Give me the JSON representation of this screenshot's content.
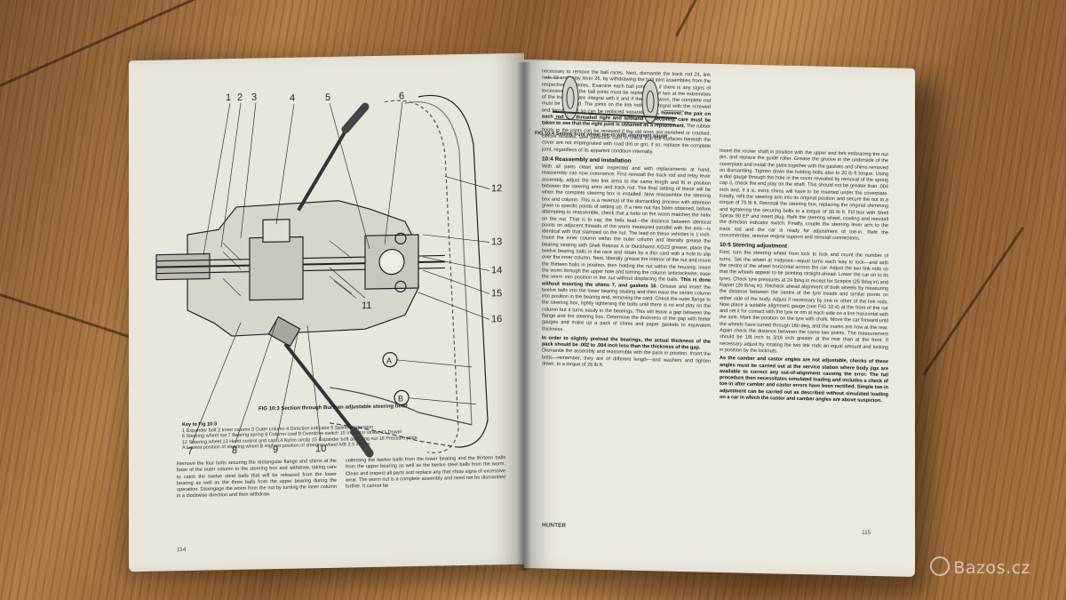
{
  "left_page": {
    "figure_labels": [
      "1",
      "2",
      "3",
      "4",
      "5",
      "6",
      "12",
      "13",
      "14",
      "15",
      "16",
      "11",
      "A",
      "B",
      "7",
      "8",
      "9",
      "10"
    ],
    "figure_caption": "FIG 10:3  Section through Burman adjustable steering head",
    "key_title": "Key to Fig 10:3",
    "key_lines": [
      "1 Expander bolt   2 Inner column   3 Outer column   4 Direction indicator   5 Splined extension",
      "6 Steering wheel nut   7 Bearing spring   8 Column cowl   9 Overdrive switch   10 Indicator striker   11 Dowel",
      "12 Steering wheel   13 Hand control and cap   14 Nylon circlip   15 Expander bolt adjusting nut   16 Pressure plate",
      "A Lowest position of steering wheel   B Highest position of steering wheel   A/B 2.5 inches"
    ],
    "col1_text": "Remove the four bolts securing the rectangular flange and shims at the base of the outer column to the steering box and withdraw, taking care to catch the twelve steel balls that will be released from the lower bearing as well as the three balls from the upper bearing during the operation. Disengage the worm from the nut by turning the inner column in a clockwise direction and then withdraw.",
    "col2_text": "collecting the twelve balls from the lower bearing and the thirteen balls from the upper bearing as well as the twelve steel balls from the worm. Clean and inspect all parts and replace any that show signs of excessive wear. The worm nut is a complete assembly and need not be dismantled further. It cannot be",
    "page_number": "114"
  },
  "right_page": {
    "col1_top": "necessary to remove the ball races. Next, dismantle the track rod 24, link rods 23 and relay lever 26, by withdrawing the ball joint assemblies from the respective bolt holes. Examine each ball joint and, if there is any signs of excessive wear, the ball joints must be replaced. The two at the extremities of the track rod are integral with it and if these are worn, the complete rod must be replaced. The joints on the link rods are integral with the screwed end ferrules and so can be replaced separately.",
    "col1_bold1": "As, however, the pair on each rod are threaded right and lefthand respectively, care must be taken to see that the right joint is obtained as a replacement.",
    "col1_mid": "The rubber boots to the joints can be renewed if the old ones are perished or cracked. Before renewal, take particular care to check that the surfaces beneath the cover are not impregnated with road dirt or grit, if so, replace the complete joint, regardless of its apparent condition internally.",
    "heading_reassembly": "10:4 Reassembly and installation",
    "col1_reassembly": "With all parts clean and inspected and with replacements at hand, reassembly can now commence. First reinstall the track rod and relay lever assembly, adjust the two link arms to the same length and fit in position between the steering arms and track rod. The final setting of these will be when the complete steering box is installed. Now reassemble the steering box and column. This is a reversal of the dismantling process with attention given to specific points of setting up. If a new nut has been obtained, before attempting to reassemble, check that a helix on the worm matches the helix on the nut. That is to say, the helix lead—the distance between identical points on adjacent threads of the worm measured parallel with the axis—is identical with that stamped on the nut. The lead on these vehicles is 1 inch. Insert the inner column within the outer column and liberally grease the bearing seating with Shell Retinax A or Duckhams KG23 grease, place the twelve bearing balls in the race and retain by a thin card with a hole to slip over the inner column. Next, liberally grease the interior of the nut and insert the thirteen balls in position, then holding the nut within the housing, insert the worm through the upper hole and turning the column anticlockwise, ease the worm into position in the nut without displacing the balls.",
    "col1_bold2": "This is done without inserting the shims 7, and gaskets 16.",
    "col1_end": "Grease and insert the twelve balls into the lower bearing seating and then ease the centre column into position in the bearing end, removing the card. Check the outer flange to the steering box, lightly tightening the bolts until there is no end play on the column but it turns easily in the bearings. This will leave a gap between the flange and the steering box. Determine the thickness of the gap with feeler gauges and make up a pack of shims and paper gaskets to equivalent thickness.",
    "col1_bold3": "In order to slightly preload the bearings, the actual thickness of the pack should be .002 to .004 inch less than the thickness of the gap.",
    "col1_final": "Dismantle the assembly and reassemble with the pack in position. Insert the bolts—remember, they are of different length—and washers and tighten down, to a torque of 26 lb ft.",
    "fig_caption": "FIG 10:4  Setting front wheel toe-in with alignment gauge",
    "col2_top": "Insert the rocker shaft in position with the upper end fork embracing the nut pin, and replace the guide roller. Grease the groove in the underside of the coverplate and install the plate together with the gaskets and shims removed on dismantling. Tighten down the holding bolts also to 20 lb ft torque. Using a dial gauge through the hole in the cover revealed by removal of the spring cap 3, check the end play on the shaft. This should not be greater than .004 inch and, if it is, extra shims will have to be inserted under the coverplate. Finally, refit the steering arm into its original position and secure the nut to a torque of 75 lb ft. Reinstall the steering box, replacing the original shimming and tightening the securing bolts to a torque of 30 lb ft. Fill box with Shell Spirax 90 EP and insert plug. Refit the steering wheel, cowling and reinstall the direction indicator switch. Finally, couple the steering lever arm to the track rod and the car is ready for adjustment of toe-in. Refit the crossmember, remove engine support and reinstall connections.",
    "heading_adjustment": "10:5 Steering adjustment",
    "col2_adjust": "First, turn the steering wheel from lock to lock and count the number of turns. Set the wheel at midpoint—equal turns each way to lock—and with the centre of the wheel horizontal across the car. Adjust the two link rods so that the wheels appear to be pointing straight-ahead. Lower the car on to its tyres. Check tyre pressures at 24 lb/sq in except for Sceptre (25 lb/sq in) and Rapier (26 lb/sq in). Recheck ahead alignment of both wheels by measuring the distance between the centre of the tyre treads and similar points on either side of the body. Adjust if necessary by one or other of the link rods. Now place a suitable alignment gauge (see FIG 10:4) at the front of the car and set it for contact with the tyre or rim at each side on a line horizontal with the axle. Mark the position on the tyre with chalk. Move the car forward until the wheels have turned through 180 deg, and the marks are now at the rear. Again check the distance between the same two points. The measurement should be 1/8 inch to 3/16 inch greater at the rear than at the front. If necessary adjust by rotating the two link rods an equal amount and locking in position by the locknuts.",
    "col2_bold": "As the camber and castor angles are not adjustable, checks of these angles must be carried out at the service station where body jigs are available to correct any out-of-alignment causing the error. The full procedure then necessitates simulated loading and includes a check of toe-in after camber and castor errors have been rectified. Simple toe-in adjustment can be carried out as described without simulated loading on a car in which the castor and camber angles are above suspicion.",
    "footer_title": "HUNTER",
    "page_number": "115"
  },
  "watermark": "Bazos.cz"
}
